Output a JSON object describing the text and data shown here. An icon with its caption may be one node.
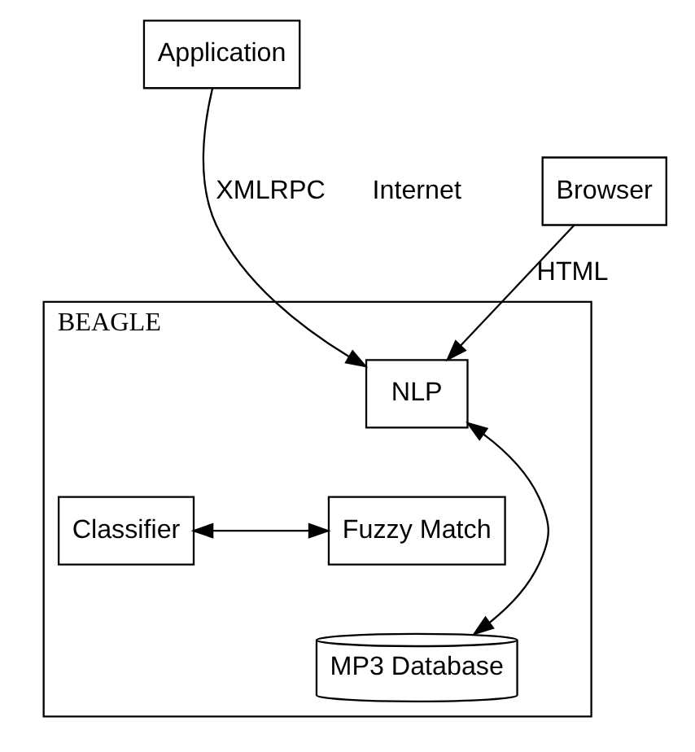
{
  "diagram": {
    "nodes": [
      {
        "text": [
          "Application"
        ]
      },
      {
        "text": [
          "Browser"
        ]
      },
      {
        "text": [
          "BEAGLE"
        ]
      },
      {
        "text": [
          "NLP"
        ],
        "in": 2
      },
      {
        "text": [
          "Classifier"
        ],
        "in": 2
      },
      {
        "text": [
          "Fuzzy Match"
        ],
        "in": 2
      },
      {
        "text": [
          "MP3 Database"
        ],
        "in": 2
      }
    ],
    "edges": [
      {
        "from": 0,
        "to": 3,
        "arrow": "to",
        "label": "XMLRPC"
      },
      {
        "from": 1,
        "to": 3,
        "arrow": "to",
        "label": "HTML"
      },
      {
        "from": 3,
        "to": 6,
        "arrow": "both"
      },
      {
        "from": 4,
        "to": 5,
        "arrow": "both"
      }
    ],
    "labels": [
      "Internet"
    ]
  }
}
